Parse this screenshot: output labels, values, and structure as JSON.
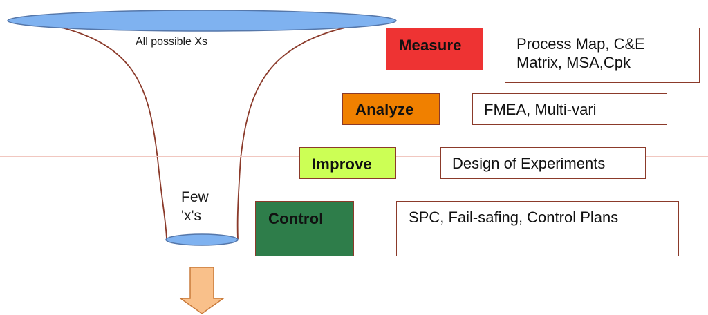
{
  "colors": {
    "ellipse_fill": "#7fb2f0",
    "ellipse_stroke": "#5577aa",
    "funnel_stroke": "#8b3a2a",
    "arrow_fill": "#f9c08a",
    "arrow_stroke": "#c97a3a",
    "guide_green": "#b6e3b6",
    "guide_grey": "#c8c8c8",
    "guide_pink": "#f1c7c0",
    "measure": "#ee3333",
    "analyze": "#f08000",
    "improve": "#ccff55",
    "control": "#2e7d4a"
  },
  "funnel": {
    "top_label": "All possible Xs",
    "bottom_label": [
      "Few",
      "'x's"
    ]
  },
  "phases": [
    {
      "id": "measure",
      "label": "Measure",
      "tools": [
        "Process Map, C&E",
        "Matrix, MSA,Cpk"
      ]
    },
    {
      "id": "analyze",
      "label": "Analyze",
      "tools": [
        "FMEA, Multi-vari"
      ]
    },
    {
      "id": "improve",
      "label": "Improve",
      "tools": [
        "Design of Experiments"
      ]
    },
    {
      "id": "control",
      "label": "Control",
      "tools": [
        "SPC, Fail-safing, Control Plans"
      ]
    }
  ]
}
